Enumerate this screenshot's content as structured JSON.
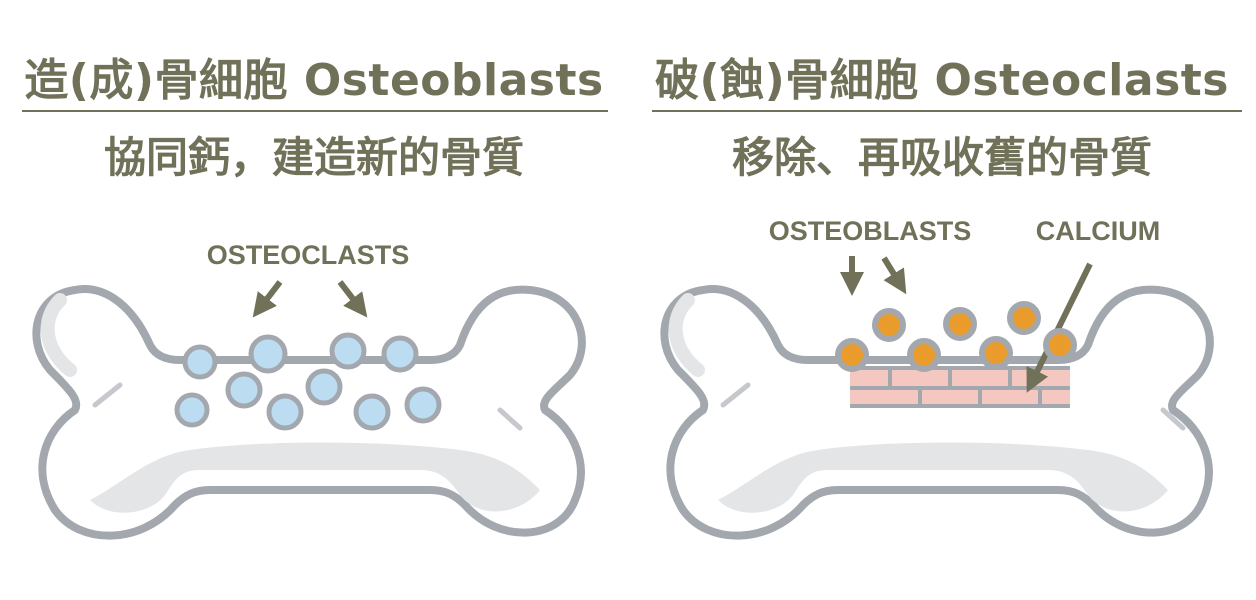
{
  "left_panel": {
    "title": "造(成)骨細胞 Osteoblasts",
    "subtitle": "協同鈣，建造新的骨質",
    "arrow_label": "OSTEOCLASTS"
  },
  "right_panel": {
    "title": "破(蝕)骨細胞 Osteoclasts",
    "subtitle": "移除、再吸收舊的骨質",
    "arrow_label_cells": "OSTEOBLASTS",
    "arrow_label_calcium": "CALCIUM"
  },
  "colors": {
    "text": "#707158",
    "bone_outline": "#a3a7ae",
    "bone_fill": "#ffffff",
    "bone_shadow": "#e4e5e7",
    "cell_blue": "#bcdcf2",
    "cell_orange": "#e99b2b",
    "calcium_pink": "#f4c8c1"
  }
}
